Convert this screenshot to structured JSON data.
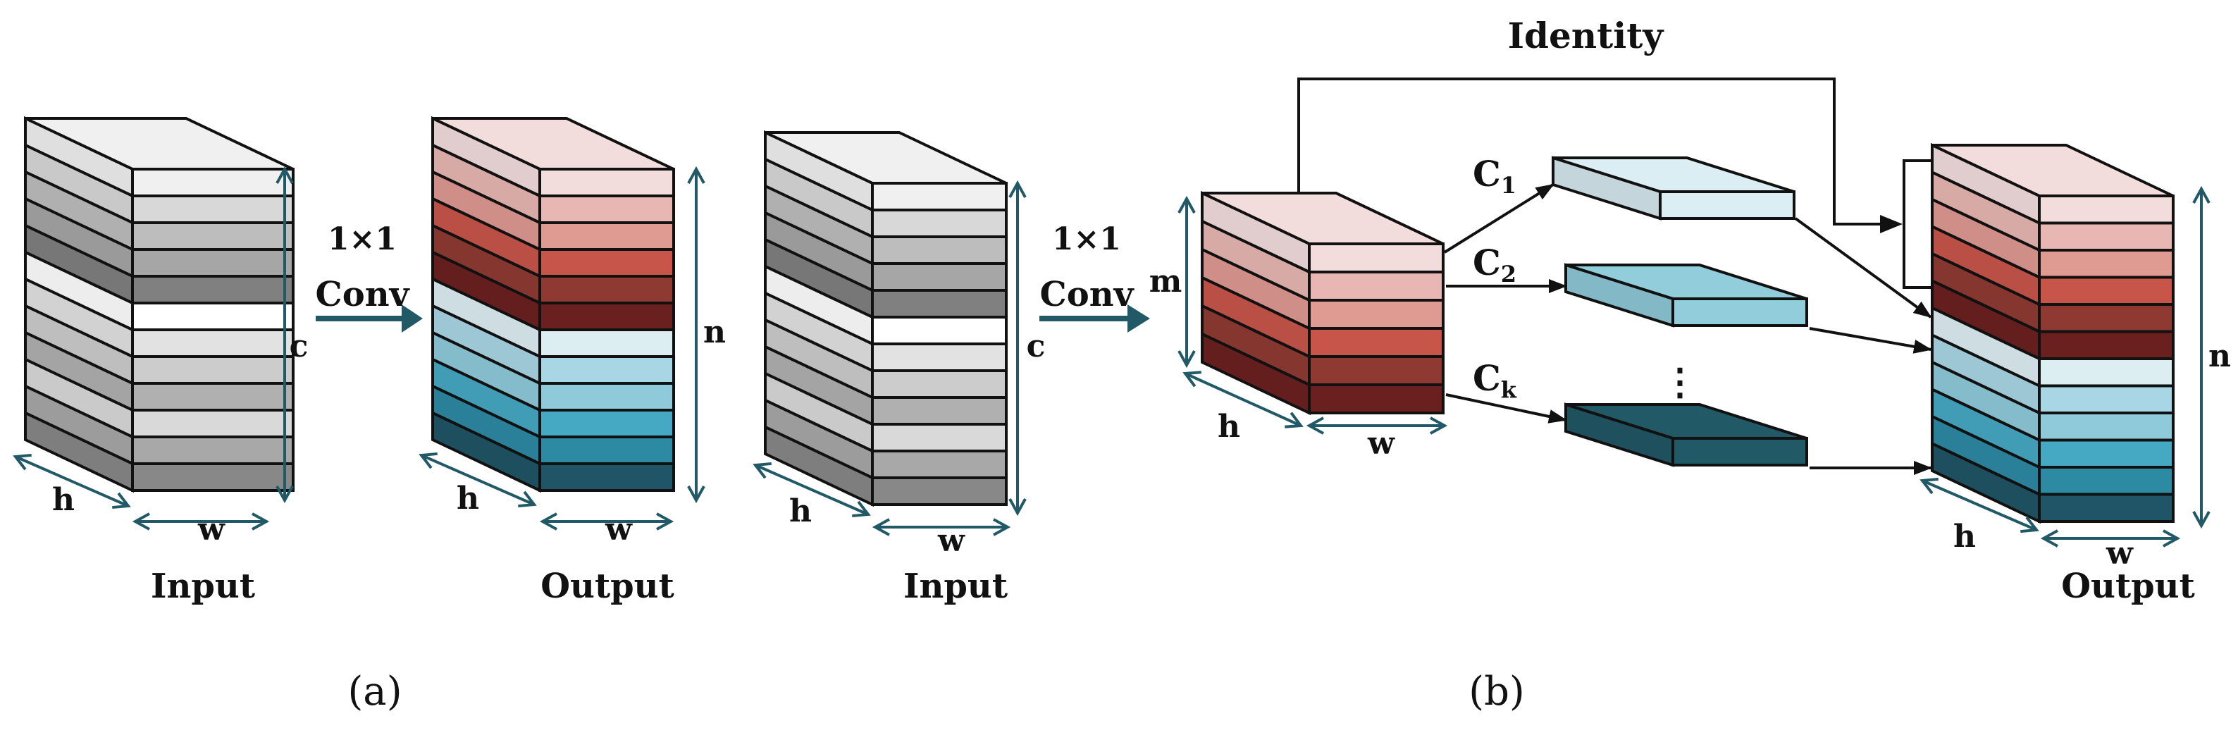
{
  "panel_a": {
    "left": {
      "caption": "Input",
      "dims": {
        "h": "h",
        "w": "w",
        "c": "c"
      },
      "layers": [
        "#f0f0f0",
        "#d8d8d8",
        "#bdbdbd",
        "#a6a6a6",
        "#808080",
        "#ffffff",
        "#e2e2e2",
        "#cccccc",
        "#b0b0b0",
        "#d9d9d9",
        "#a8a8a8",
        "#888888"
      ]
    },
    "op_line1": "1×1",
    "op_line2": "Conv",
    "middle": {
      "caption": "Output",
      "dims": {
        "h": "h",
        "w": "w",
        "n": "n"
      },
      "layers": [
        "#f2dcdc",
        "#e8b7b3",
        "#df9a92",
        "#c7554a",
        "#8e3a32",
        "#6b2020",
        "#ddeef3",
        "#a9d6e5",
        "#8fcadb",
        "#46a9c3",
        "#2c8aa3",
        "#1f5566"
      ]
    },
    "label": "(a)"
  },
  "panel_b": {
    "input": {
      "caption": "Input",
      "dims": {
        "h": "h",
        "w": "w",
        "c": "c"
      },
      "layers": [
        "#f0f0f0",
        "#d8d8d8",
        "#bdbdbd",
        "#a6a6a6",
        "#808080",
        "#ffffff",
        "#e2e2e2",
        "#cccccc",
        "#b0b0b0",
        "#d9d9d9",
        "#a8a8a8",
        "#888888"
      ]
    },
    "op_line1": "1×1",
    "op_line2": "Conv",
    "feature": {
      "dims": {
        "h": "h",
        "w": "w",
        "m": "m"
      },
      "layers": [
        "#f2dcdc",
        "#e8b7b3",
        "#df9a92",
        "#c7554a",
        "#8e3a32",
        "#6b2020"
      ]
    },
    "identity_label": "Identity",
    "branches": [
      {
        "sym": "C",
        "sub": "1",
        "color": "#daeef3"
      },
      {
        "sym": "C",
        "sub": "2",
        "color": "#92cddc"
      },
      {
        "sym": "C",
        "sub": "k",
        "color": "#215967"
      }
    ],
    "ellipsis": "⋮",
    "output": {
      "caption": "Output",
      "dims": {
        "h": "h",
        "w": "w",
        "n": "n"
      },
      "layers": [
        "#f2dcdc",
        "#e8b7b3",
        "#df9a92",
        "#c7554a",
        "#8e3a32",
        "#6b2020",
        "#ddeef3",
        "#a9d6e5",
        "#8fcadb",
        "#46a9c3",
        "#2c8aa3",
        "#1f5566"
      ]
    },
    "label": "(b)"
  },
  "colors": {
    "arrow": "#215967",
    "outline": "#111111"
  }
}
